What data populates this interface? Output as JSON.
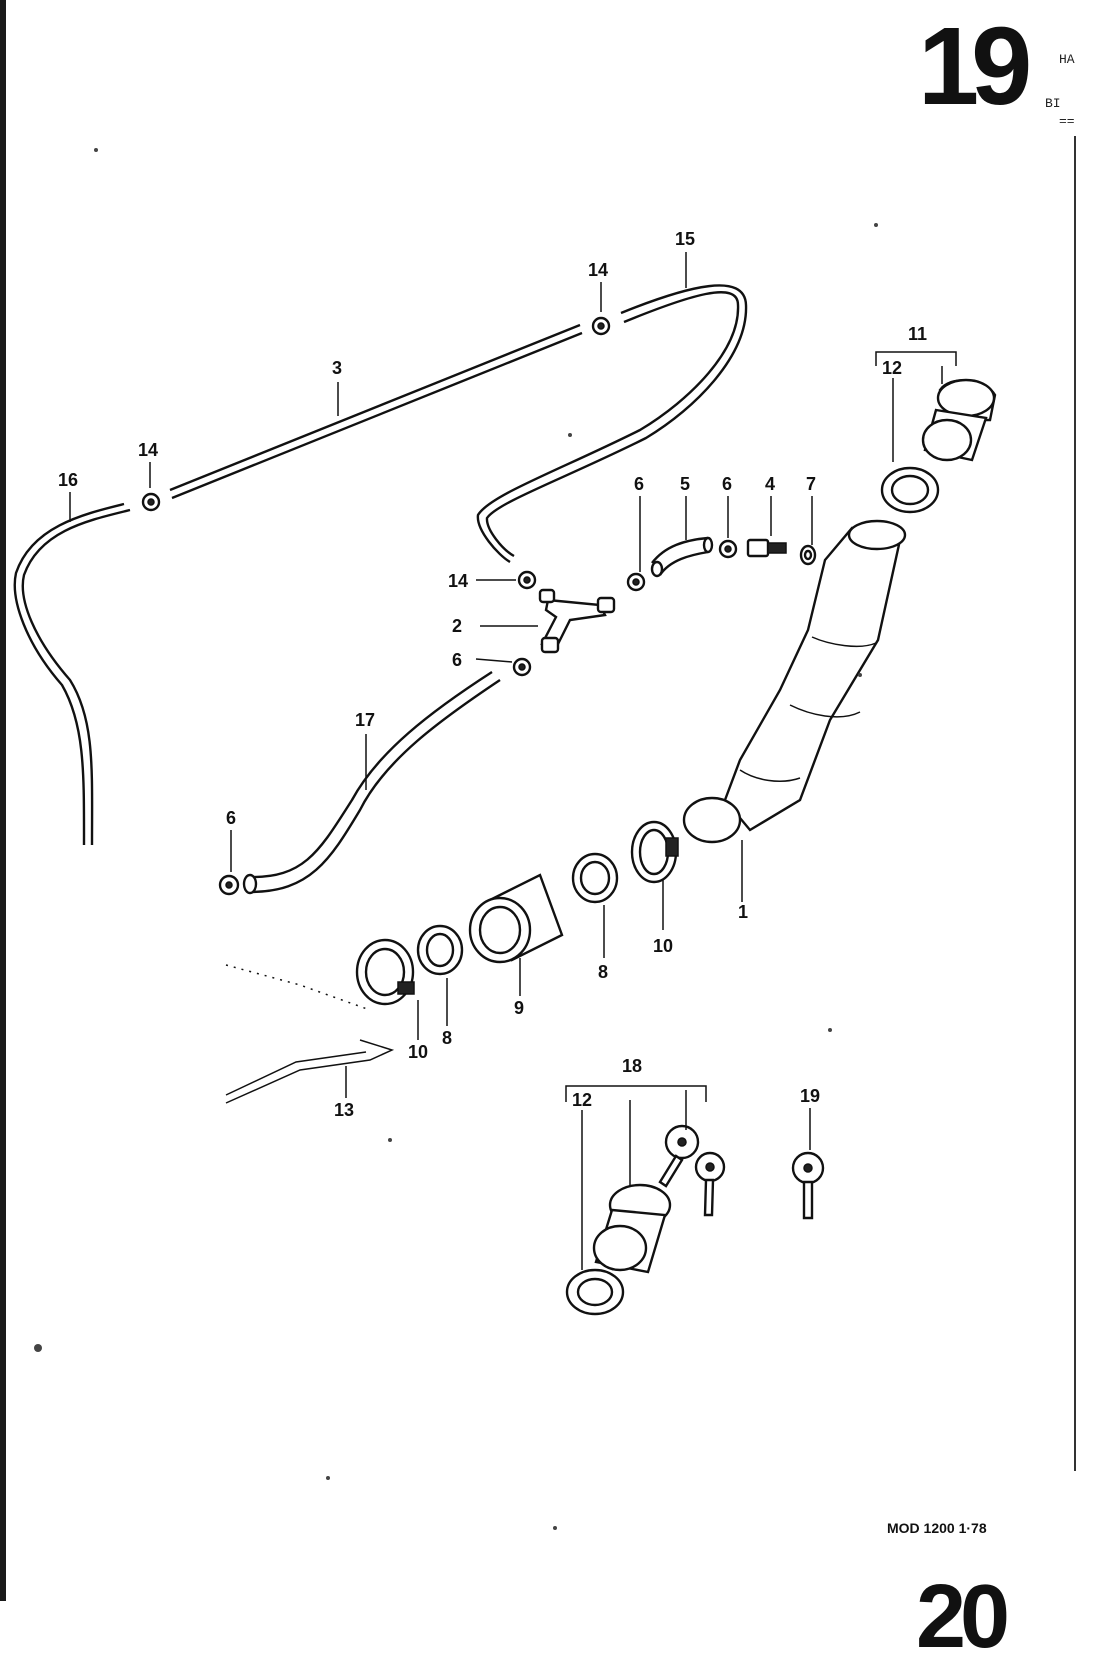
{
  "page": {
    "section_number": "19",
    "header_fragment_1": "HA",
    "header_fragment_2": "BI",
    "header_fragment_3": "==",
    "footer_code": "MOD 1200  1·78",
    "next_page_number": "20"
  },
  "diagram": {
    "labels": {
      "p1": "1",
      "p2": "2",
      "p3": "3",
      "p4": "4",
      "p5": "5",
      "p6a": "6",
      "p6b": "6",
      "p6c": "6",
      "p6d": "6",
      "p7": "7",
      "p8a": "8",
      "p8b": "8",
      "p9": "9",
      "p10a": "10",
      "p10b": "10",
      "p11": "11",
      "p12a": "12",
      "p12b": "12",
      "p13": "13",
      "p14a": "14",
      "p14b": "14",
      "p14c": "14",
      "p15": "15",
      "p16": "16",
      "p17": "17",
      "p18": "18",
      "p19": "19"
    }
  }
}
